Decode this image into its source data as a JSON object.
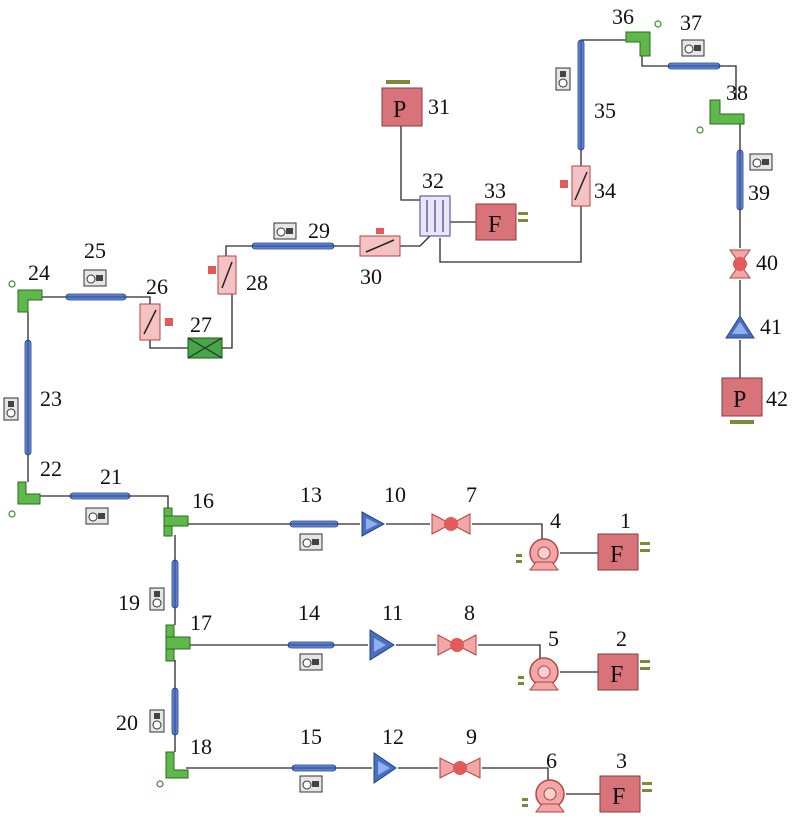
{
  "diagram": {
    "labels": {
      "n1": "1",
      "n2": "2",
      "n3": "3",
      "n4": "4",
      "n5": "5",
      "n6": "6",
      "n7": "7",
      "n8": "8",
      "n9": "9",
      "n10": "10",
      "n11": "11",
      "n12": "12",
      "n13": "13",
      "n14": "14",
      "n15": "15",
      "n16": "16",
      "n17": "17",
      "n18": "18",
      "n19": "19",
      "n20": "20",
      "n21": "21",
      "n22": "22",
      "n23": "23",
      "n24": "24",
      "n25": "25",
      "n26": "26",
      "n27": "27",
      "n28": "28",
      "n29": "29",
      "n30": "30",
      "n31": "31",
      "n32": "32",
      "n33": "33",
      "n34": "34",
      "n35": "35",
      "n36": "36",
      "n37": "37",
      "n38": "38",
      "n39": "39",
      "n40": "40",
      "n41": "41",
      "n42": "42"
    },
    "block_letters": {
      "flow_source": "F",
      "pressure_boundary": "P"
    },
    "colors": {
      "boundary_block": "#d9737a",
      "pipe": "#3f63b8",
      "fitting": "#5fb84a",
      "pump": "#e88a8a",
      "valve": "#e25a5a",
      "check_valve": "#4a6fc0",
      "heat_exchanger": "#f2b0b0",
      "filter": "#4aa44a",
      "line": "#2a2a2a"
    }
  }
}
